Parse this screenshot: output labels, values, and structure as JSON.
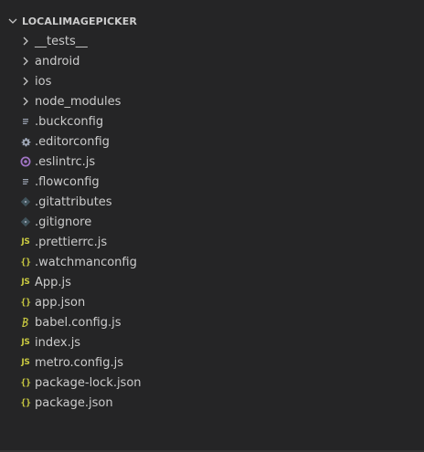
{
  "explorer": {
    "folder_title": "LOCALIMAGEPICKER",
    "colors": {
      "background": "#252526",
      "text": "#cccccc",
      "js_yellow": "#cbcb41",
      "eslint_purple": "#a074c4",
      "babel_yellow": "#cbcb41",
      "git_gray": "#41535b",
      "config_gray": "#9da5b4"
    },
    "items": [
      {
        "label": "__tests__",
        "icon": "chevron-right-icon"
      },
      {
        "label": "android",
        "icon": "chevron-right-icon"
      },
      {
        "label": "ios",
        "icon": "chevron-right-icon"
      },
      {
        "label": "node_modules",
        "icon": "chevron-right-icon"
      },
      {
        "label": ".buckconfig",
        "icon": "text-lines-icon"
      },
      {
        "label": ".editorconfig",
        "icon": "gear-icon"
      },
      {
        "label": ".eslintrc.js",
        "icon": "eslint-icon"
      },
      {
        "label": ".flowconfig",
        "icon": "text-lines-icon"
      },
      {
        "label": ".gitattributes",
        "icon": "git-icon"
      },
      {
        "label": ".gitignore",
        "icon": "git-icon"
      },
      {
        "label": ".prettierrc.js",
        "icon": "js-icon"
      },
      {
        "label": ".watchmanconfig",
        "icon": "json-icon"
      },
      {
        "label": "App.js",
        "icon": "js-icon"
      },
      {
        "label": "app.json",
        "icon": "json-icon"
      },
      {
        "label": "babel.config.js",
        "icon": "babel-icon"
      },
      {
        "label": "index.js",
        "icon": "js-icon"
      },
      {
        "label": "metro.config.js",
        "icon": "js-icon"
      },
      {
        "label": "package-lock.json",
        "icon": "json-icon"
      },
      {
        "label": "package.json",
        "icon": "json-icon"
      }
    ]
  }
}
